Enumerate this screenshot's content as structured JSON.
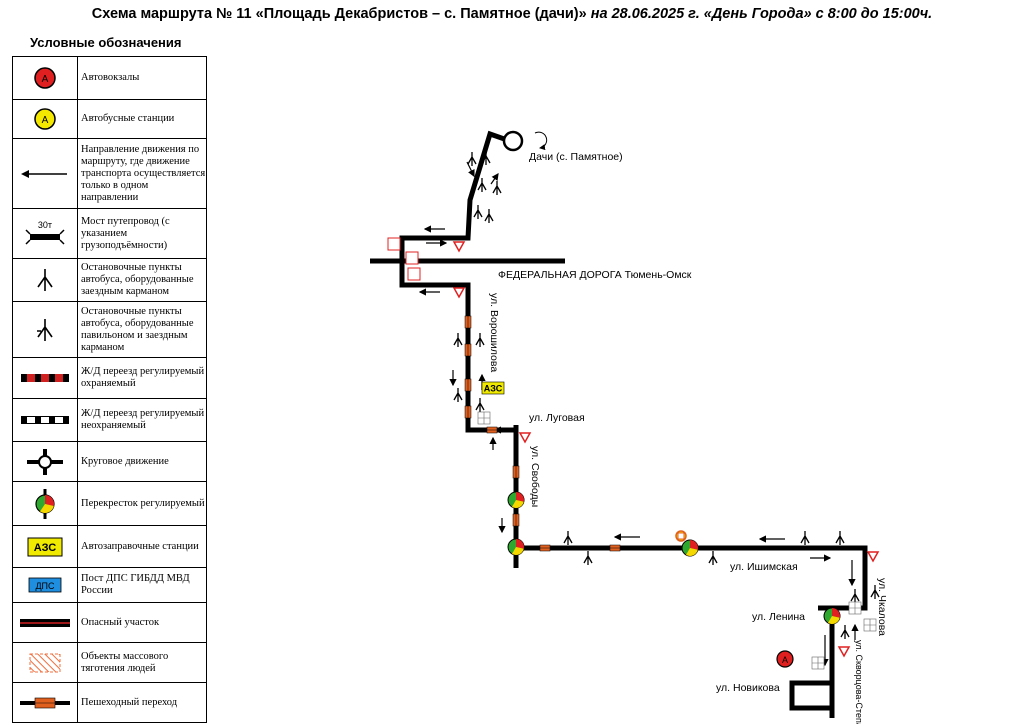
{
  "header": {
    "title_a": "Схема маршрута  № 11 «Площадь Декабристов – с. Памятное (дачи)»",
    "title_b": " на 28.06.2025 г. «День Города» с 8:00 до 15:00ч."
  },
  "legend": {
    "heading": "Условные обозначения",
    "items": [
      {
        "label": "Автовокзалы",
        "icon": "bus-terminal-icon"
      },
      {
        "label": "Автобусные станции",
        "icon": "bus-station-icon"
      },
      {
        "label": "Направление движения по маршруту, где движение транспорта осуществляется только в одном направлении",
        "icon": "one-way-arrow-icon"
      },
      {
        "label": "Мост путепровод (с указанием грузоподъёмности)",
        "icon": "bridge-icon",
        "icon_text": "30т"
      },
      {
        "label": "Остановочные пункты автобуса, оборудованные заездным карманом",
        "icon": "bus-stop-pocket-icon"
      },
      {
        "label": "Остановочные пункты автобуса, оборудованные павильоном и заездным карманом",
        "icon": "bus-stop-pavilion-icon"
      },
      {
        "label": "Ж/Д переезд регулируемый охраняемый",
        "icon": "railway-crossing-guarded-icon"
      },
      {
        "label": "Ж/Д переезд регулируемый неохраняемый",
        "icon": "railway-crossing-unguarded-icon"
      },
      {
        "label": "Круговое движение",
        "icon": "roundabout-icon"
      },
      {
        "label": "Перекресток регулируемый",
        "icon": "traffic-light-icon"
      },
      {
        "label": "Автозаправочные станции",
        "icon": "gas-station-icon",
        "icon_text": "АЗС"
      },
      {
        "label": "Пост ДПС ГИБДД МВД России",
        "icon": "police-post-icon",
        "icon_text": "ДПС"
      },
      {
        "label": "Опасный участок",
        "icon": "dangerous-section-icon"
      },
      {
        "label": "Объекты массового тяготения людей",
        "icon": "crowd-area-icon"
      },
      {
        "label": "Пешеходный переход",
        "icon": "pedestrian-crossing-icon"
      }
    ]
  },
  "map": {
    "dachi": "Дачи (с. Памятное)",
    "federal_road": "ФЕДЕРАЛЬНАЯ ДОРОГА Тюмень-Омск",
    "voroshilova": "ул. Ворошилова",
    "lugovaya": "ул. Луговая",
    "svobody": "ул. Свободы",
    "ishimskaya": "ул. Ишимская",
    "chkalova": "ул. Чкалова",
    "lenina": "ул. Ленина",
    "skvortsova": "ул. Скворцова-Степанова",
    "novikova": "ул. Новикова",
    "azs": "АЗС",
    "terminal_letter": "А"
  },
  "colors": {
    "route": "#000000",
    "terminal_red": "#e02020",
    "station_yellow": "#f5e800",
    "rail_red": "#d02020",
    "crossing_orange": "#e06020",
    "gas_yellow": "#f0ea00",
    "police_blue": "#1e8ee0",
    "hazard_orange": "#f07040",
    "light_green": "#2fa82f",
    "light_yellow": "#f5d800",
    "light_red": "#e02020"
  }
}
